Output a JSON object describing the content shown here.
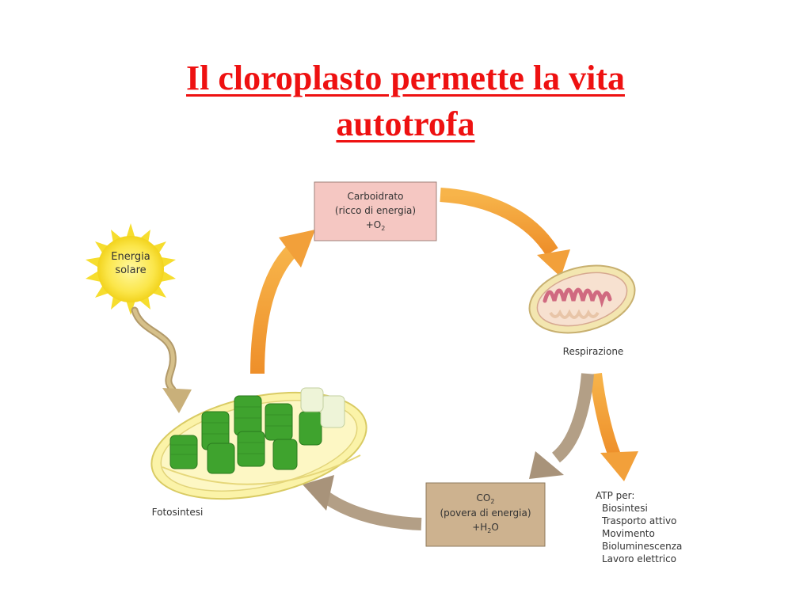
{
  "title": {
    "line1": "Il cloroplasto permette la vita",
    "line2": "autotrofa"
  },
  "sun": {
    "line1": "Energia",
    "line2": "solare"
  },
  "carbohydrate_box": {
    "line1": "Carboidrato",
    "line2": "(ricco di energia)",
    "line3_prefix": "+O",
    "line3_sub": "2"
  },
  "co2_box": {
    "line1_prefix": "CO",
    "line1_sub": "2",
    "line2": "(povera di energia)",
    "line3_prefix": "+H",
    "line3_sub": "2",
    "line3_suffix": "O"
  },
  "mitochondrion_label": "Respirazione",
  "chloroplast_label": "Fotosintesi",
  "atp": {
    "heading": "ATP per:",
    "items": [
      "Biosintesi",
      "Trasporto attivo",
      "Movimento",
      "Bioluminescenza",
      "Lavoro elettrico"
    ]
  },
  "colors": {
    "title": "#ee1111",
    "orange_arrow": "#f2a03a",
    "gray_arrow": "#b39f86",
    "pink_box": "#f5c7c2",
    "tan_box": "#cdb28f"
  }
}
